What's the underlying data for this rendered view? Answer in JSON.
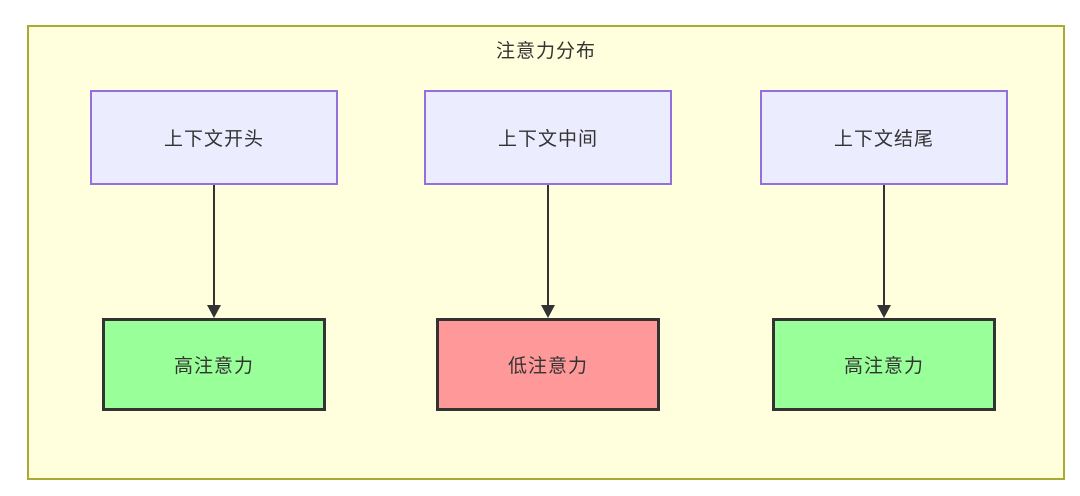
{
  "diagram": {
    "title": "注意力分布",
    "colors": {
      "container_bg": "#ffffde",
      "container_border": "#aaaa33",
      "top_node_bg": "#ececff",
      "top_node_border": "#9370db",
      "high_bg": "#99ff99",
      "low_bg": "#ff9999",
      "result_border": "#333333",
      "arrow": "#333333",
      "text": "#333333"
    },
    "columns": [
      {
        "source": "上下文开头",
        "result": "高注意力",
        "result_type": "high"
      },
      {
        "source": "上下文中间",
        "result": "低注意力",
        "result_type": "low"
      },
      {
        "source": "上下文结尾",
        "result": "高注意力",
        "result_type": "high"
      }
    ]
  }
}
